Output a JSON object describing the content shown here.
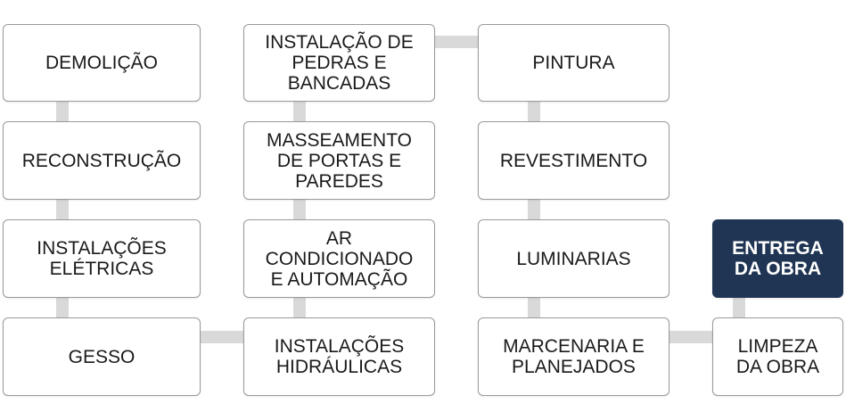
{
  "steps": {
    "demolicao": "DEMOLIÇÃO",
    "reconstrucao": "RECONSTRUÇÃO",
    "instalacoes_eletricas": "INSTALAÇÕES\nELÉTRICAS",
    "gesso": "GESSO",
    "instalacoes_hidraulicas": "INSTALAÇÕES\nHIDRÁULICAS",
    "ar_condicionado": "AR\nCONDICIONADO\nE AUTOMAÇÃO",
    "masseamento": "MASSEAMENTO\nDE PORTAS E\nPAREDES",
    "pedras_bancadas": "INSTALAÇÃO DE\nPEDRAS E\nBANCADAS",
    "pintura": "PINTURA",
    "revestimento": "REVESTIMENTO",
    "luminarias": "LUMINARIAS",
    "marcenaria": "MARCENARIA E\nPLANEJADOS",
    "limpeza": "LIMPEZA\nDA OBRA",
    "entrega": "ENTREGA\nDA OBRA"
  },
  "colors": {
    "box_border": "#9a9a9a",
    "connector": "#d9d9d9",
    "final_fill": "#1f3553",
    "final_text": "#ffffff"
  }
}
